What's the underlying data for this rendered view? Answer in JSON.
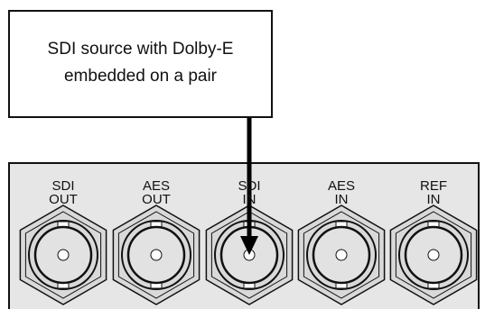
{
  "callout": {
    "line1": "SDI source with Dolby-E",
    "line2": "embedded on a pair"
  },
  "panel": {
    "connectors": [
      {
        "line1": "SDI",
        "line2": "OUT"
      },
      {
        "line1": "AES",
        "line2": "OUT"
      },
      {
        "line1": "SDI",
        "line2": "IN"
      },
      {
        "line1": "AES",
        "line2": "IN"
      },
      {
        "line1": "REF",
        "line2": "IN"
      }
    ],
    "highlighted_connector": "SDI IN",
    "colors": {
      "panel_fill": "#e6e6e6",
      "outline": "#111111",
      "connector_fill": "#d9d9d9",
      "arrow": "#000000"
    }
  }
}
